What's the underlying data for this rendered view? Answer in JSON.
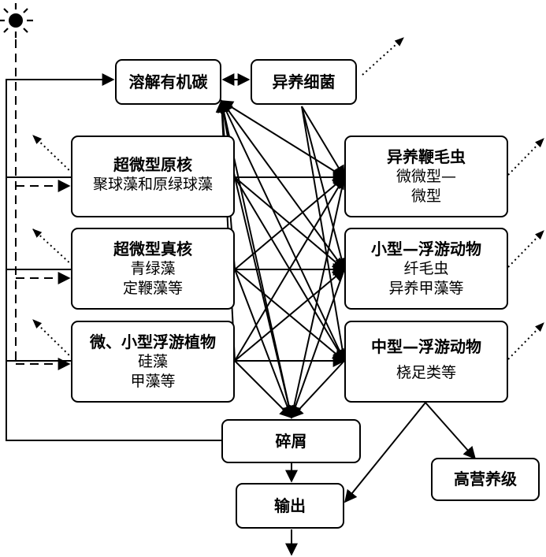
{
  "nodes": {
    "doc": {
      "label": "溶解有机碳"
    },
    "bacteria": {
      "label": "异养细菌"
    },
    "pico_pro": {
      "title": "超微型原核",
      "lines": [
        "聚球藻和原绿球藻"
      ]
    },
    "pico_euk": {
      "title": "超微型真核",
      "lines": [
        "青绿藻",
        "定鞭藻等"
      ]
    },
    "micro_phyto": {
      "title": "微、小型浮游植物",
      "lines": [
        "硅藻",
        "甲藻等"
      ]
    },
    "hnf": {
      "title": "异养鞭毛虫",
      "lines": [
        "微微型—",
        "微型"
      ]
    },
    "micro_zoo": {
      "title": "小型—浮游动物",
      "lines": [
        "纤毛虫",
        "异养甲藻等"
      ]
    },
    "meso_zoo": {
      "title": "中型—浮游动物",
      "lines": [
        "桡足类等"
      ]
    },
    "detritus": {
      "label": "碎屑"
    },
    "output": {
      "label": "输出"
    },
    "higher": {
      "label": "高营养级"
    }
  },
  "icons": {
    "sun": "sun-icon"
  }
}
